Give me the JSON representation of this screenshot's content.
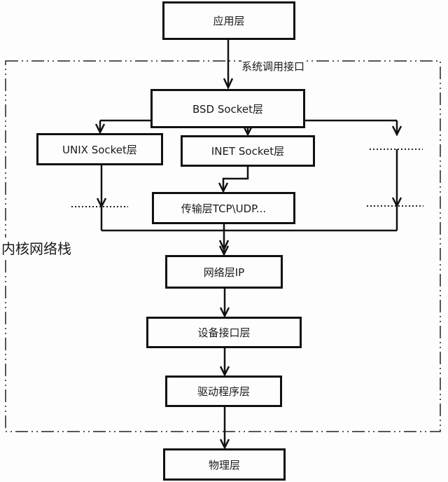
{
  "diagram": {
    "frame_label": "内核网络栈",
    "syscall_label": "系统调用接口",
    "nodes": {
      "app": "应用层",
      "bsd": "BSD Socket层",
      "unix": "UNIX Socket层",
      "inet": "INET Socket层",
      "transport": "传输层TCP\\UDP...",
      "network": "网络层IP",
      "device": "设备接口层",
      "driver": "驱动程序层",
      "physical": "物理层"
    },
    "edges": [
      [
        "应用层",
        "BSD Socket层"
      ],
      [
        "BSD Socket层",
        "UNIX Socket层"
      ],
      [
        "BSD Socket层",
        "INET Socket层"
      ],
      [
        "BSD Socket层",
        "..."
      ],
      [
        "INET Socket层",
        "传输层TCP\\UDP..."
      ],
      [
        "UNIX Socket层",
        "网络层IP"
      ],
      [
        "传输层TCP\\UDP...",
        "网络层IP"
      ],
      [
        "...",
        "网络层IP"
      ],
      [
        "网络层IP",
        "设备接口层"
      ],
      [
        "设备接口层",
        "驱动程序层"
      ],
      [
        "驱动程序层",
        "物理层"
      ]
    ]
  }
}
